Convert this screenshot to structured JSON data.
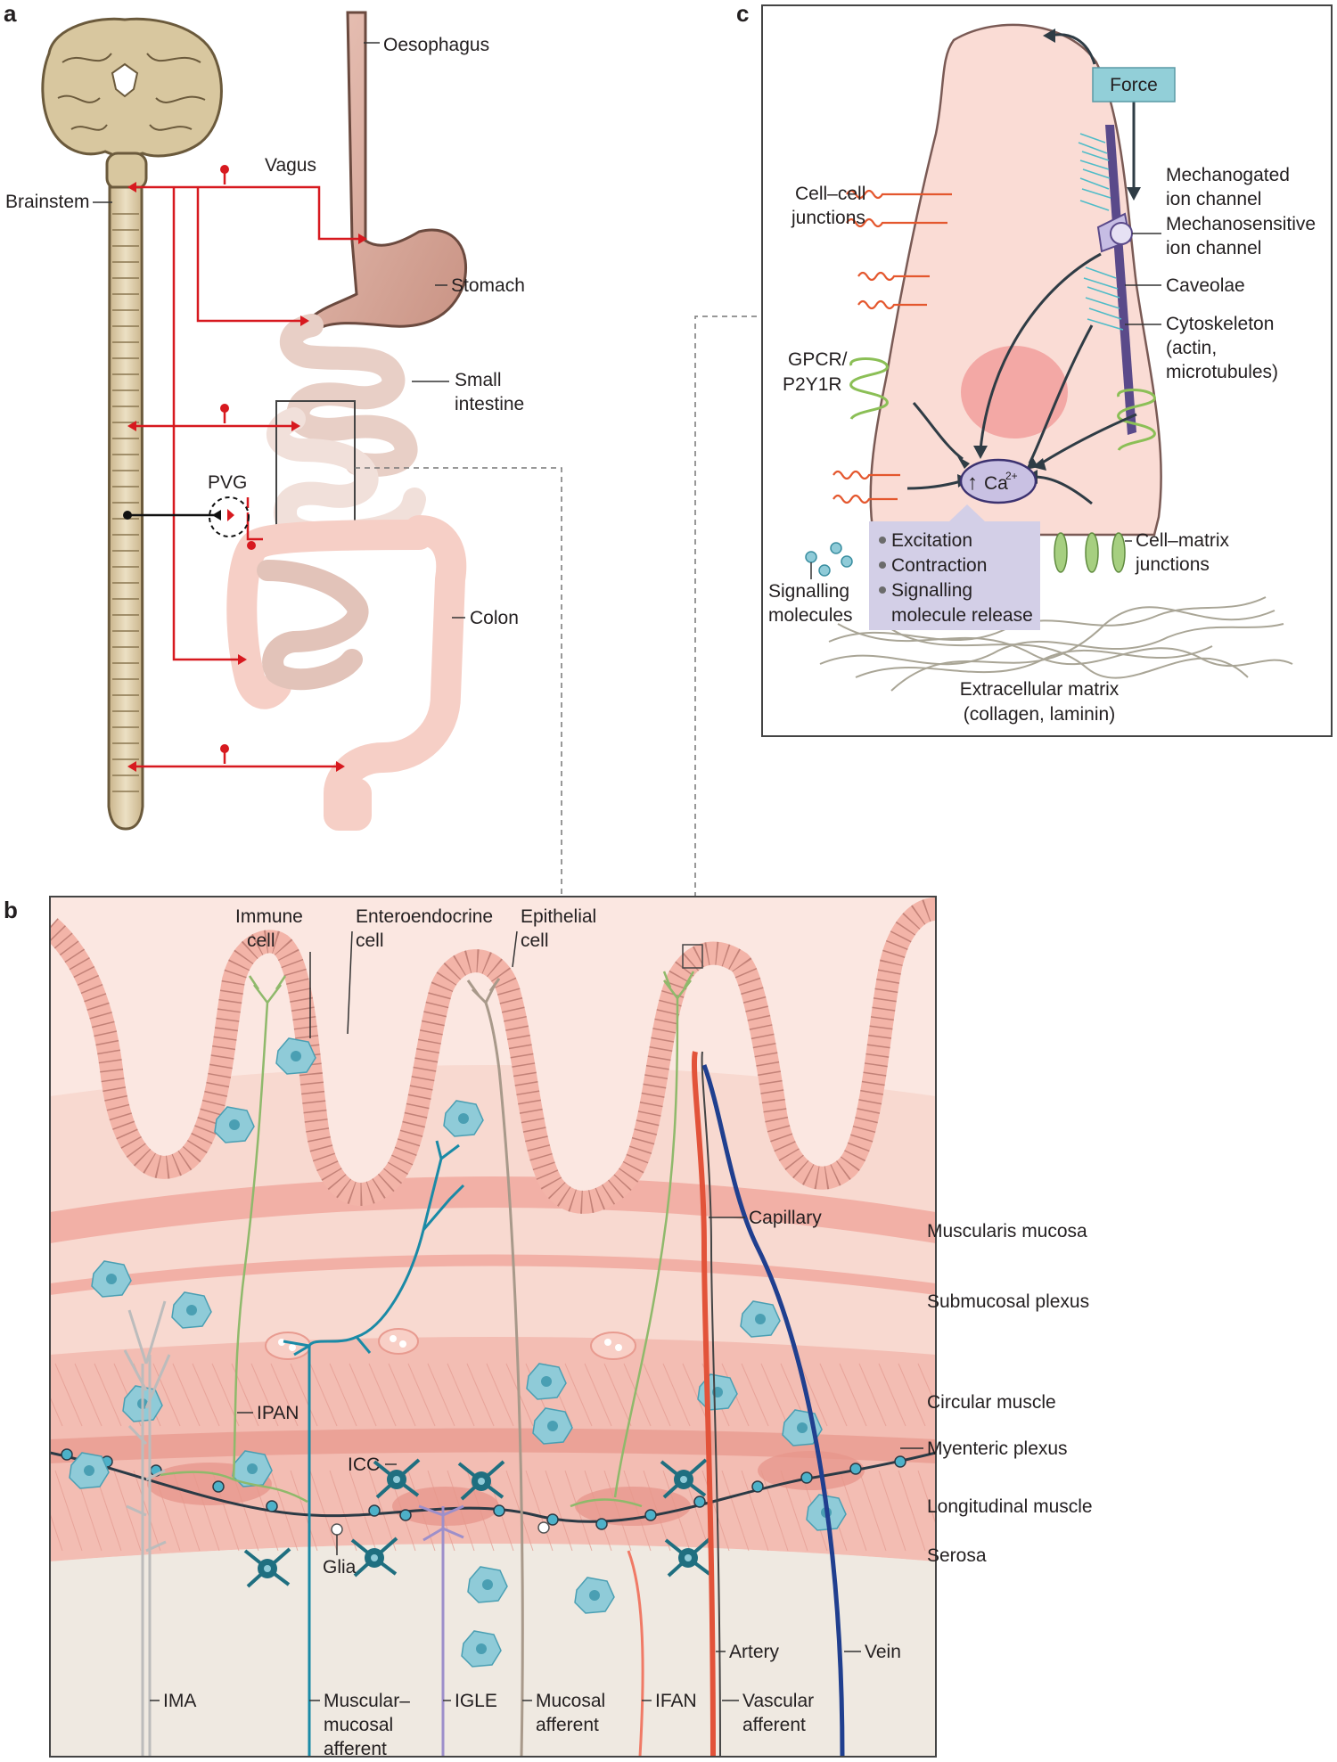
{
  "panels": {
    "a": "a",
    "b": "b",
    "c": "c"
  },
  "panel_a": {
    "oesophagus": "Oesophagus",
    "vagus": "Vagus",
    "brainstem": "Brainstem",
    "stomach": "Stomach",
    "small_intestine_1": "Small",
    "small_intestine_2": "intestine",
    "pvg": "PVG",
    "colon": "Colon"
  },
  "panel_b": {
    "immune_1": "Immune",
    "immune_2": "cell",
    "entero_1": "Enteroendocrine",
    "entero_2": "cell",
    "epi_1": "Epithelial",
    "epi_2": "cell",
    "capillary": "Capillary",
    "ipan": "IPAN",
    "icc": "ICC",
    "glia": "Glia",
    "ima": "IMA",
    "mm_1": "Muscular–",
    "mm_2": "mucosal",
    "mm_3": "afferent",
    "igle": "IGLE",
    "muc_1": "Mucosal",
    "muc_2": "afferent",
    "ifan": "IFAN",
    "artery": "Artery",
    "vasc_1": "Vascular",
    "vasc_2": "afferent",
    "vein": "Vein",
    "layers": [
      "Muscularis mucosa",
      "Submucosal plexus",
      "Circular muscle",
      "Myenteric plexus",
      "Longitudinal muscle",
      "Serosa"
    ]
  },
  "panel_c": {
    "force": "Force",
    "mgic_1": "Mechanogated",
    "mgic_2": "ion channel",
    "msic_1": "Mechanosensitive",
    "msic_2": "ion channel",
    "caveolae": "Caveolae",
    "cyto_1": "Cytoskeleton",
    "cyto_2": "(actin,",
    "cyto_3": "microtubules)",
    "ccj_1": "Cell–cell",
    "ccj_2": "junctions",
    "gpcr_1": "GPCR/",
    "gpcr_2": "P2Y1R",
    "ca_arrow": "↑",
    "ca": "Ca",
    "ca_sup": "2+",
    "outcomes": [
      "Excitation",
      "Contraction",
      "Signalling",
      "molecule release"
    ],
    "cmj_1": "Cell–matrix",
    "cmj_2": "junctions",
    "sig_1": "Signalling",
    "sig_2": "molecules",
    "ecm_1": "Extracellular matrix",
    "ecm_2": "(collagen, laminin)"
  },
  "colors": {
    "nerve_red": "#d7191f",
    "mucosa_pink": "#f8d9d0",
    "muscle_pink": "#f2b0a6",
    "serosa": "#efe9e1",
    "immune_blue": "#8fcbd8",
    "icc_teal": "#1f6f80",
    "vein_blue": "#203f8f",
    "artery_red": "#e2533a",
    "ipan_green": "#8fb96b",
    "mm_teal": "#1a8aa6",
    "mucosal_brown": "#a8998a",
    "igle_purple": "#9d8fca",
    "force_box": "#92cfd8",
    "outcome_box": "#d3cfe7",
    "cell_pink": "#fadcd5"
  }
}
